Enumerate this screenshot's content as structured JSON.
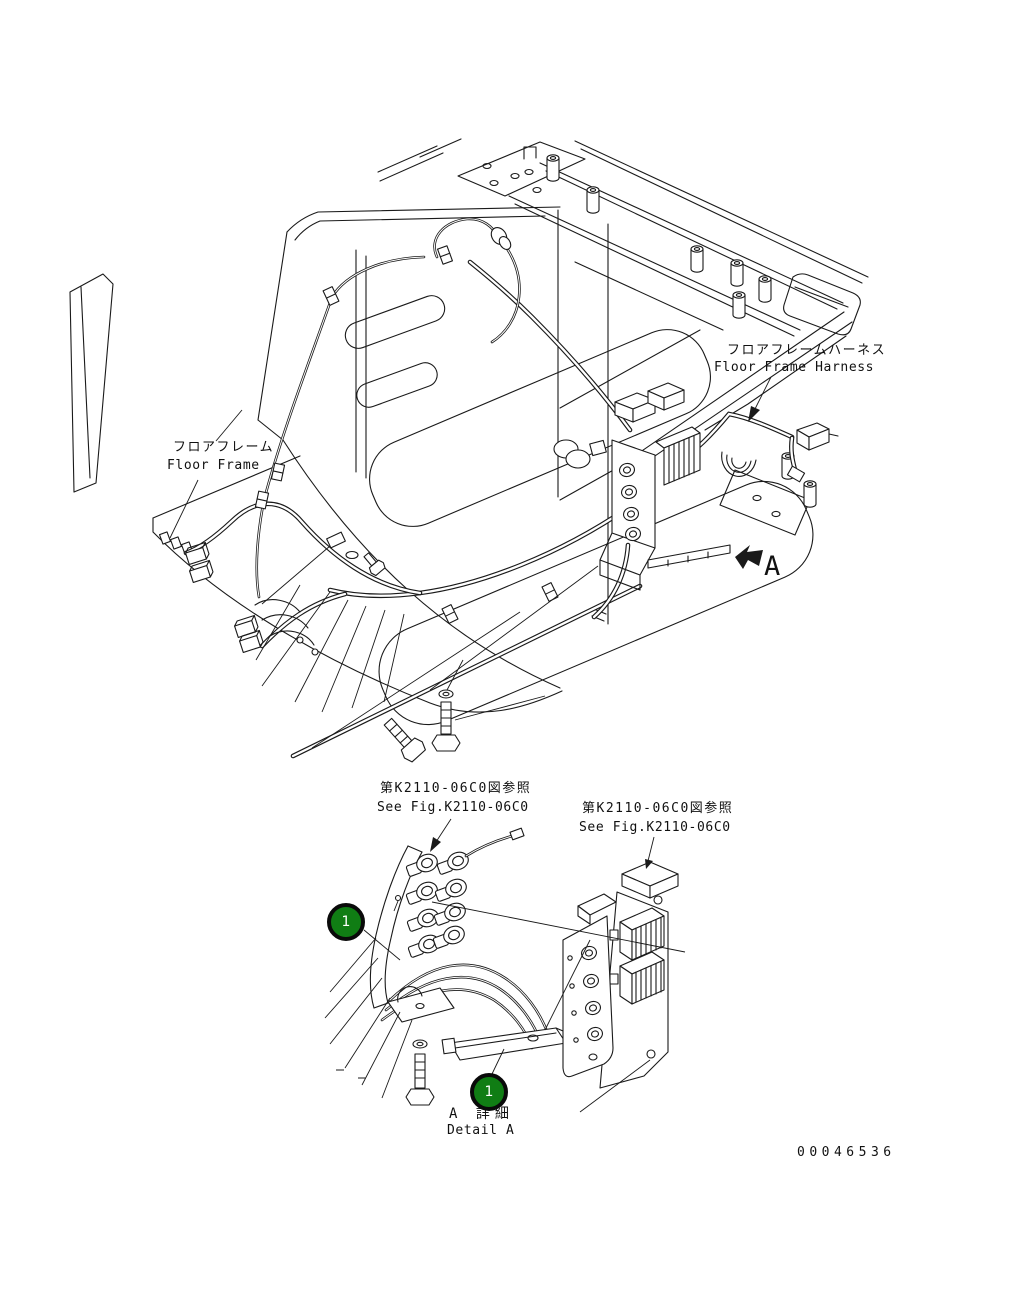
{
  "drawing_number": "00046536",
  "labels": {
    "floor_frame": {
      "jp": "フロアフレーム",
      "en": "Floor Frame"
    },
    "floor_frame_harness": {
      "jp": "フロアフレームハーネス",
      "en": "Floor Frame Harness"
    },
    "see_fig_left": {
      "jp": "第K2110-06C0図参照",
      "en": "See Fig.K2110-06C0"
    },
    "see_fig_right": {
      "jp": "第K2110-06C0図参照",
      "en": "See Fig.K2110-06C0"
    },
    "view_letter": "A",
    "detail": {
      "jp": "A 詳細",
      "en": "Detail A"
    }
  },
  "callouts": [
    {
      "number": "1"
    },
    {
      "number": "1"
    }
  ],
  "colors": {
    "line": "#1a1a1a",
    "background": "#ffffff",
    "balloon_fill": "#107d14",
    "balloon_ring": "#0a0a0a",
    "balloon_text": "#ffffff"
  }
}
